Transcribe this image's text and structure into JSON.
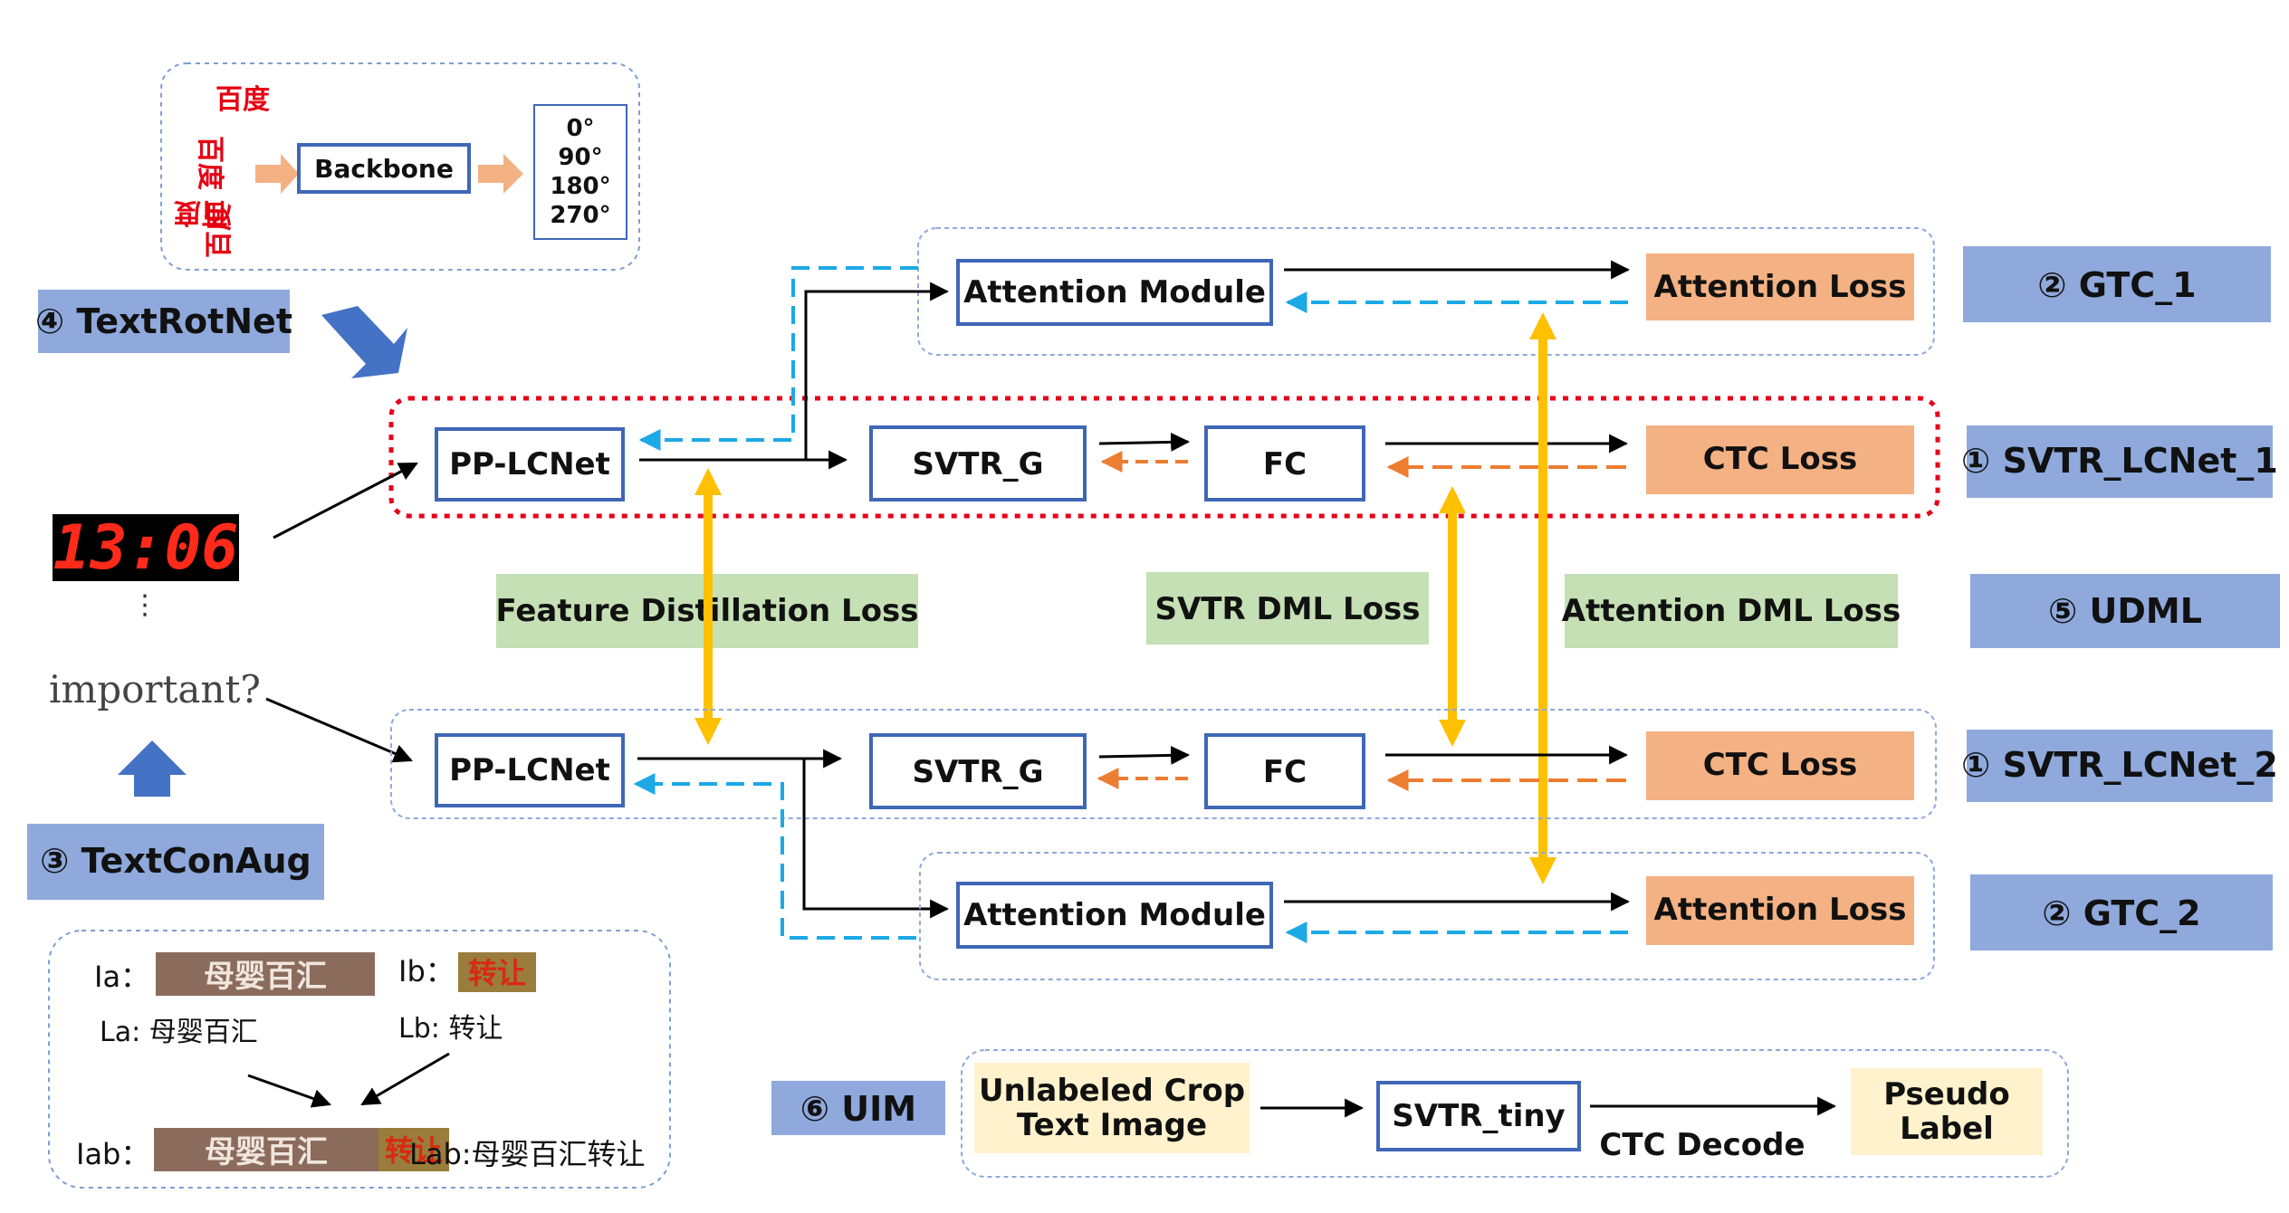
{
  "rotnet": {
    "label": "④ TextRotNet",
    "backbone": "Backbone",
    "chars_top": "百度",
    "chars_side": "百度",
    "angles": [
      "0°",
      "90°",
      "180°",
      "270°"
    ]
  },
  "gtc1": {
    "label": "② GTC_1",
    "module": "Attention Module",
    "loss": "Attention Loss"
  },
  "branch1": {
    "label": "① SVTR_LCNet_1",
    "backbone": "PP-LCNet",
    "svtr": "SVTR_G",
    "fc": "FC",
    "loss": "CTC Loss"
  },
  "udml": {
    "label": "⑤ UDML",
    "feature_loss": "Feature Distillation Loss",
    "svtr_dml": "SVTR DML Loss",
    "attn_dml": "Attention DML Loss"
  },
  "branch2": {
    "label": "① SVTR_LCNet_2",
    "backbone": "PP-LCNet",
    "svtr": "SVTR_G",
    "fc": "FC",
    "loss": "CTC Loss"
  },
  "gtc2": {
    "label": "② GTC_2",
    "module": "Attention Module",
    "loss": "Attention Loss"
  },
  "inputs": {
    "clock": "13:06",
    "dots": "⋮",
    "handwriting": "important?"
  },
  "conaug": {
    "label": "③ TextConAug",
    "ia": "Ia：",
    "ia_img": "母婴百汇",
    "ib": "Ib：",
    "ib_img": "转让",
    "la": "La: 母婴百汇",
    "lb": "Lb: 转让",
    "iab": "Iab：",
    "iab_img_a": "母婴百汇",
    "iab_img_b": "转让",
    "lab": "Lab:母婴百汇转让"
  },
  "uim": {
    "label": "⑥ UIM",
    "input": [
      "Unlabeled Crop",
      "Text Image"
    ],
    "model": "SVTR_tiny",
    "decode": "CTC Decode",
    "output": [
      "Pseudo",
      "Label"
    ]
  },
  "colors": {
    "box_border": "#3f67b6",
    "label_bg": "#8fa9dc",
    "loss_bg": "#f4b183",
    "green_bg": "#c5e0b4",
    "yellow_bg": "#fff2cc",
    "orange_arrow": "#ffc000",
    "blue_dash": "#1ca9e6",
    "orange_dash": "#ed7d31",
    "red_dot": "#e6001a",
    "digit_red": "#ff2a1a",
    "big_arrow": "#4472c4",
    "light_arrow": "#f4b183"
  }
}
